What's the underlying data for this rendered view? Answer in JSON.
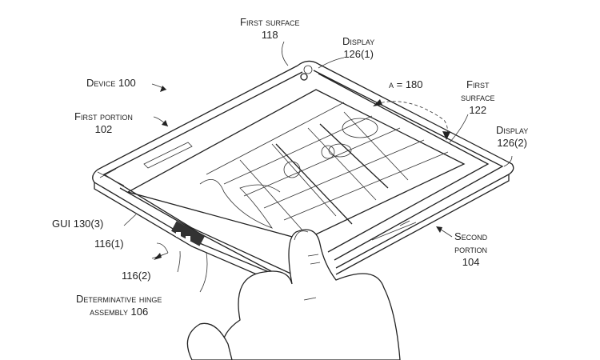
{
  "labels": {
    "first_surface_118": {
      "line1": "First surface",
      "line2": "118"
    },
    "display_126_1": {
      "line1": "Display",
      "line2": "126(1)"
    },
    "device_100": "Device 100",
    "alpha": "α = 180",
    "first_surface_122": {
      "line1": "First",
      "line2": "surface",
      "line3": "122"
    },
    "first_portion_102": {
      "line1": "First portion",
      "line2": "102"
    },
    "display_126_2": {
      "line1": "Display",
      "line2": "126(2)"
    },
    "gui_130_3": "GUI 130(3)",
    "ref_116_1": "116(1)",
    "ref_116_2": "116(2)",
    "second_portion_104": {
      "line1": "Second",
      "line2": "portion",
      "line3": "104"
    },
    "hinge_106": {
      "line1": "Determinative hinge",
      "line2": "assembly 106"
    }
  }
}
